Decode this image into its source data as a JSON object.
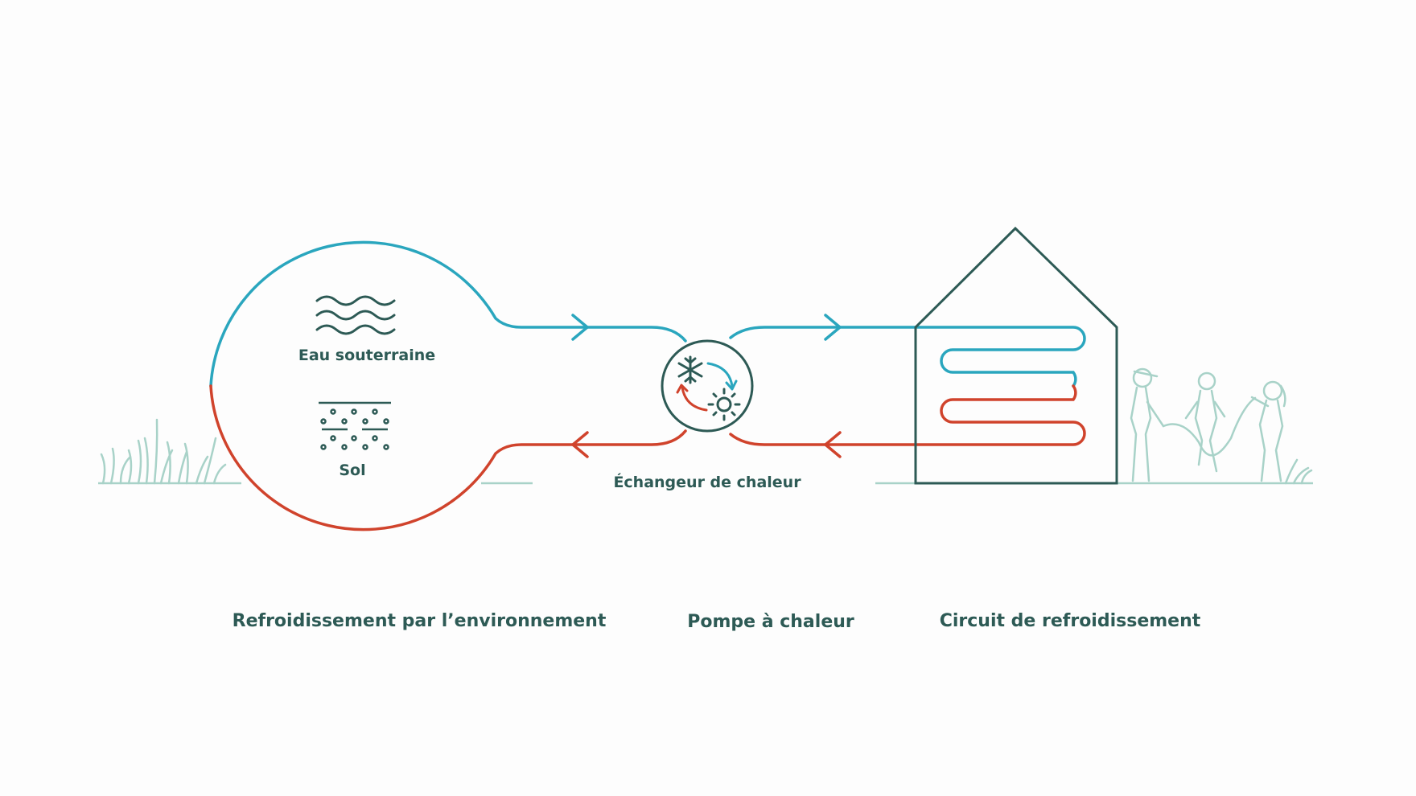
{
  "colors": {
    "blue": "#2aa6be",
    "red": "#d0432c",
    "dark": "#2d5a55",
    "grass": "#a8d2c8",
    "text": "#2d5a55"
  },
  "labels": {
    "groundwater": "Eau souterraine",
    "soil": "Sol",
    "exchanger": "Échangeur de chaleur"
  },
  "sections": {
    "environment": "Refroidissement par l’environnement",
    "heat_pump": "Pompe à chaleur",
    "cooling_circuit": "Circuit de refroidissement"
  },
  "icons": {
    "water": "waves-icon",
    "soil": "soil-icon",
    "exchanger": "heat-exchanger-icon",
    "cold": "snowflake-icon",
    "heat": "sun-icon",
    "building": "house-icon",
    "people": "children-icon",
    "vegetation": "grass-icon"
  }
}
